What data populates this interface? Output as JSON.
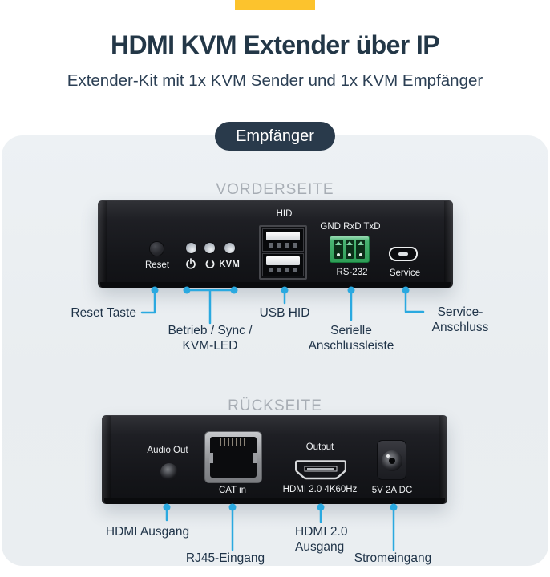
{
  "header": {
    "title": "HDMI KVM Extender über IP",
    "subtitle": "Extender-Kit mit 1x KVM Sender und 1x KVM Empfänger",
    "badge": "Empfänger"
  },
  "colors": {
    "accent_yellow": "#fcc32d",
    "accent_cyan": "#2aa9e0",
    "title_navy": "#233747",
    "panel_gray": "#ecf0f3",
    "heading_gray": "#a8aeb5",
    "badge_bg": "#293a4b",
    "terminal_green": "#2f9e57"
  },
  "front": {
    "heading": "VORDERSEITE",
    "icons": {
      "power": "power-icon",
      "sync": "sync-icon"
    },
    "device": {
      "reset": "Reset",
      "kvm": "KVM",
      "hid": "HID",
      "serial_pins": "GND RxD TxD",
      "serial_port": "RS-232",
      "service": "Service"
    },
    "callouts": {
      "reset": "Reset Taste",
      "leds_line1": "Betrieb / Sync /",
      "leds_line2": "KVM-LED",
      "usb": "USB HID",
      "serial_line1": "Serielle",
      "serial_line2": "Anschlussleiste",
      "service_line1": "Service-",
      "service_line2": "Anschluss"
    }
  },
  "back": {
    "heading": "RÜCKSEITE",
    "device": {
      "audio": "Audio Out",
      "cat": "CAT in",
      "output": "Output",
      "hdmi": "HDMI 2.0 4K60Hz",
      "power": "5V 2A DC"
    },
    "callouts": {
      "audio": "HDMI Ausgang",
      "rj45": "RJ45-Eingang",
      "hdmi_line1": "HDMI 2.0",
      "hdmi_line2": "Ausgang",
      "power": "Stromeingang"
    }
  }
}
